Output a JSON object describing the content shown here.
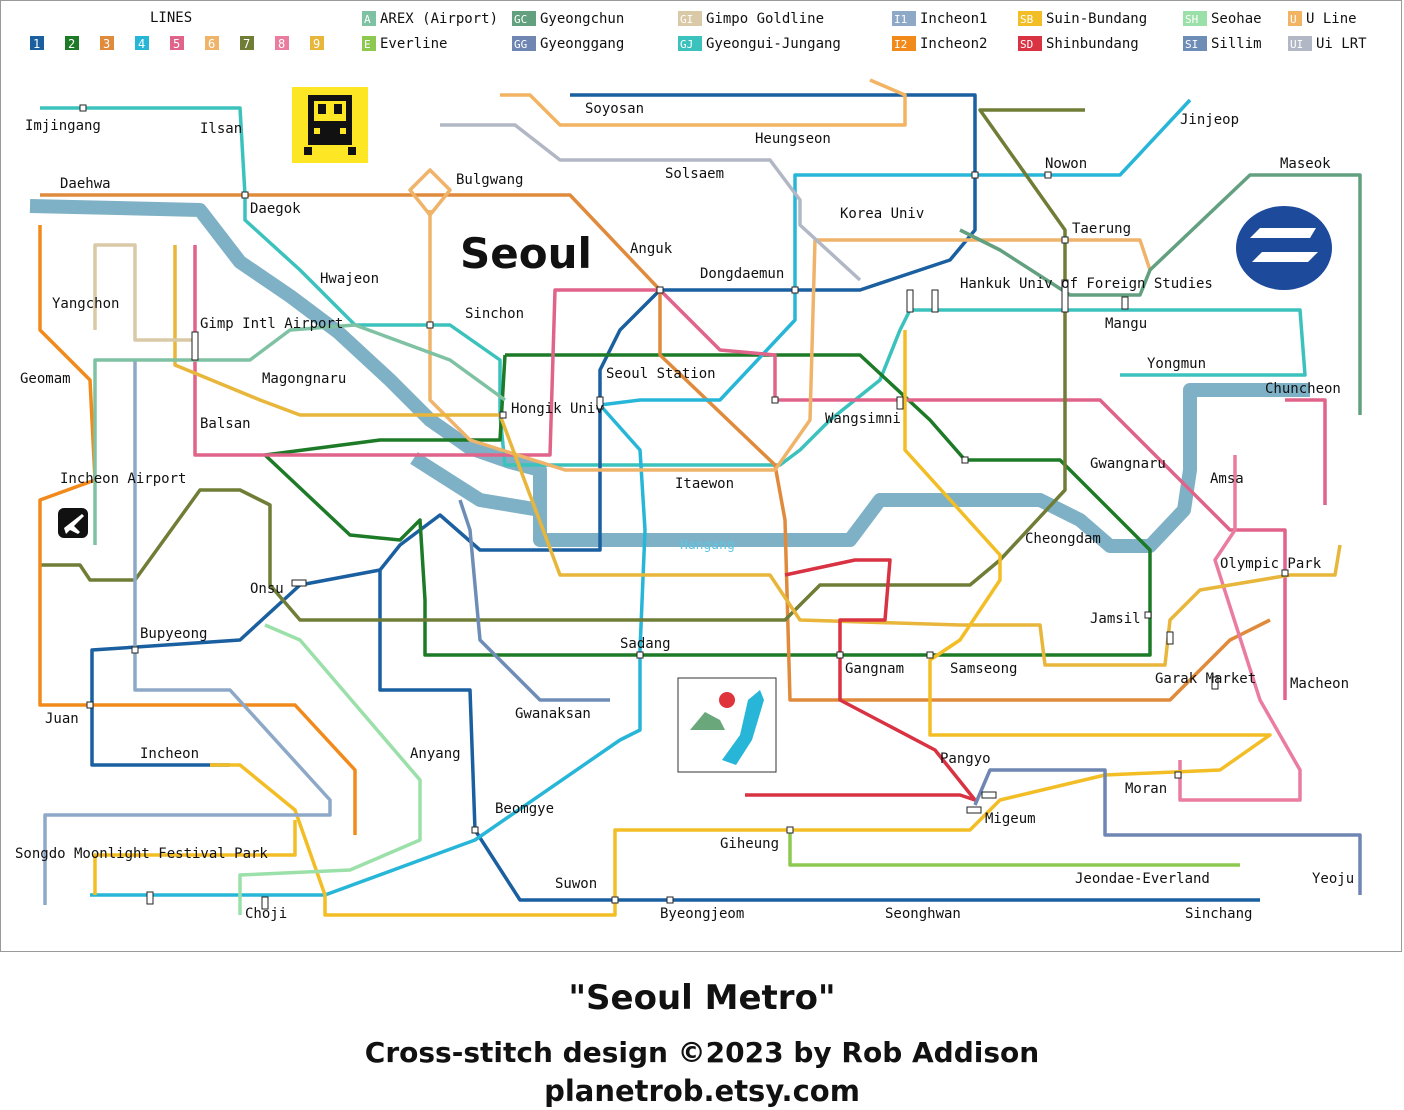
{
  "legend": {
    "heading": "LINES",
    "numbered": [
      {
        "id": "1",
        "color": "#1a5fa0"
      },
      {
        "id": "2",
        "color": "#1d7a26"
      },
      {
        "id": "3",
        "color": "#e08a3c"
      },
      {
        "id": "4",
        "color": "#27b6d8"
      },
      {
        "id": "5",
        "color": "#e0648a"
      },
      {
        "id": "6",
        "color": "#f0b36a"
      },
      {
        "id": "7",
        "color": "#6f7d36"
      },
      {
        "id": "8",
        "color": "#ea7d9f"
      },
      {
        "id": "9",
        "color": "#e8b63a"
      }
    ],
    "named": [
      {
        "badge": "A",
        "name": "AREX (Airport)",
        "color": "#7fc1a3"
      },
      {
        "badge": "E",
        "name": "Everline",
        "color": "#8dc850"
      },
      {
        "badge": "GC",
        "name": "Gyeongchun",
        "color": "#62a07f"
      },
      {
        "badge": "GG",
        "name": "Gyeonggang",
        "color": "#6f86b3"
      },
      {
        "badge": "GI",
        "name": "Gimpo Goldline",
        "color": "#d9c9a6"
      },
      {
        "badge": "GJ",
        "name": "Gyeongui-Jungang",
        "color": "#3cc2bc"
      },
      {
        "badge": "I1",
        "name": "Incheon1",
        "color": "#8ea9c7"
      },
      {
        "badge": "I2",
        "name": "Incheon2",
        "color": "#f18a1b"
      },
      {
        "badge": "SB",
        "name": "Suin-Bundang",
        "color": "#f2bd25"
      },
      {
        "badge": "SD",
        "name": "Shinbundang",
        "color": "#d83243"
      },
      {
        "badge": "SH",
        "name": "Seohae",
        "color": "#9be0a9"
      },
      {
        "badge": "SI",
        "name": "Sillim",
        "color": "#6e8db6"
      },
      {
        "badge": "U",
        "name": "U Line",
        "color": "#f2b462"
      },
      {
        "badge": "UI",
        "name": "Ui LRT",
        "color": "#b1b7c4"
      }
    ]
  },
  "city_label": "Seoul",
  "river_label": "Hangang",
  "colors": {
    "river": "#7fb1c6",
    "station_fill": "#ffffff",
    "station_stroke": "#222222",
    "logo_yellow": "#fde725",
    "seoul_metro_blue": "#1e4a9c"
  },
  "icons": [
    "metro-train-icon",
    "airport-plane-icon",
    "seoul-metro-logo-icon",
    "seoul-city-emblem-icon"
  ],
  "stations": [
    "Imjingang",
    "Ilsan",
    "Daehwa",
    "Daegok",
    "Bulgwang",
    "Soyosan",
    "Heungseon",
    "Solsaem",
    "Nowon",
    "Jinjeop",
    "Maseok",
    "Korea Univ",
    "Taerung",
    "Anguk",
    "Dongdaemun",
    "Hwajeon",
    "Yangchon",
    "Gimp Intl Airport",
    "Sinchon",
    "Hankuk Univ of Foreign Studies",
    "Mangu",
    "Geomam",
    "Magongnaru",
    "Seoul Station",
    "Yongmun",
    "Chuncheon",
    "Hongik Univ",
    "Balsan",
    "Wangsimni",
    "Incheon Airport",
    "Itaewon",
    "Gwangnaru",
    "Amsa",
    "Cheongdam",
    "Onsu",
    "Olympic Park",
    "Jamsil",
    "Sadang",
    "Bupyeong",
    "Gangnam",
    "Samseong",
    "Garak Market",
    "Macheon",
    "Gwanaksan",
    "Juan",
    "Incheon",
    "Anyang",
    "Pangyo",
    "Moran",
    "Migeum",
    "Beomgye",
    "Giheung",
    "Songdo Moonlight Festival Park",
    "Suwon",
    "Jeondae-Everland",
    "Yeoju",
    "Choji",
    "Byeongjeom",
    "Seonghwan",
    "Sinchang"
  ],
  "footer": {
    "title": "\"Seoul Metro\"",
    "credit": "Cross-stitch design ©2023 by Rob Addison",
    "url": "planetrob.etsy.com"
  }
}
